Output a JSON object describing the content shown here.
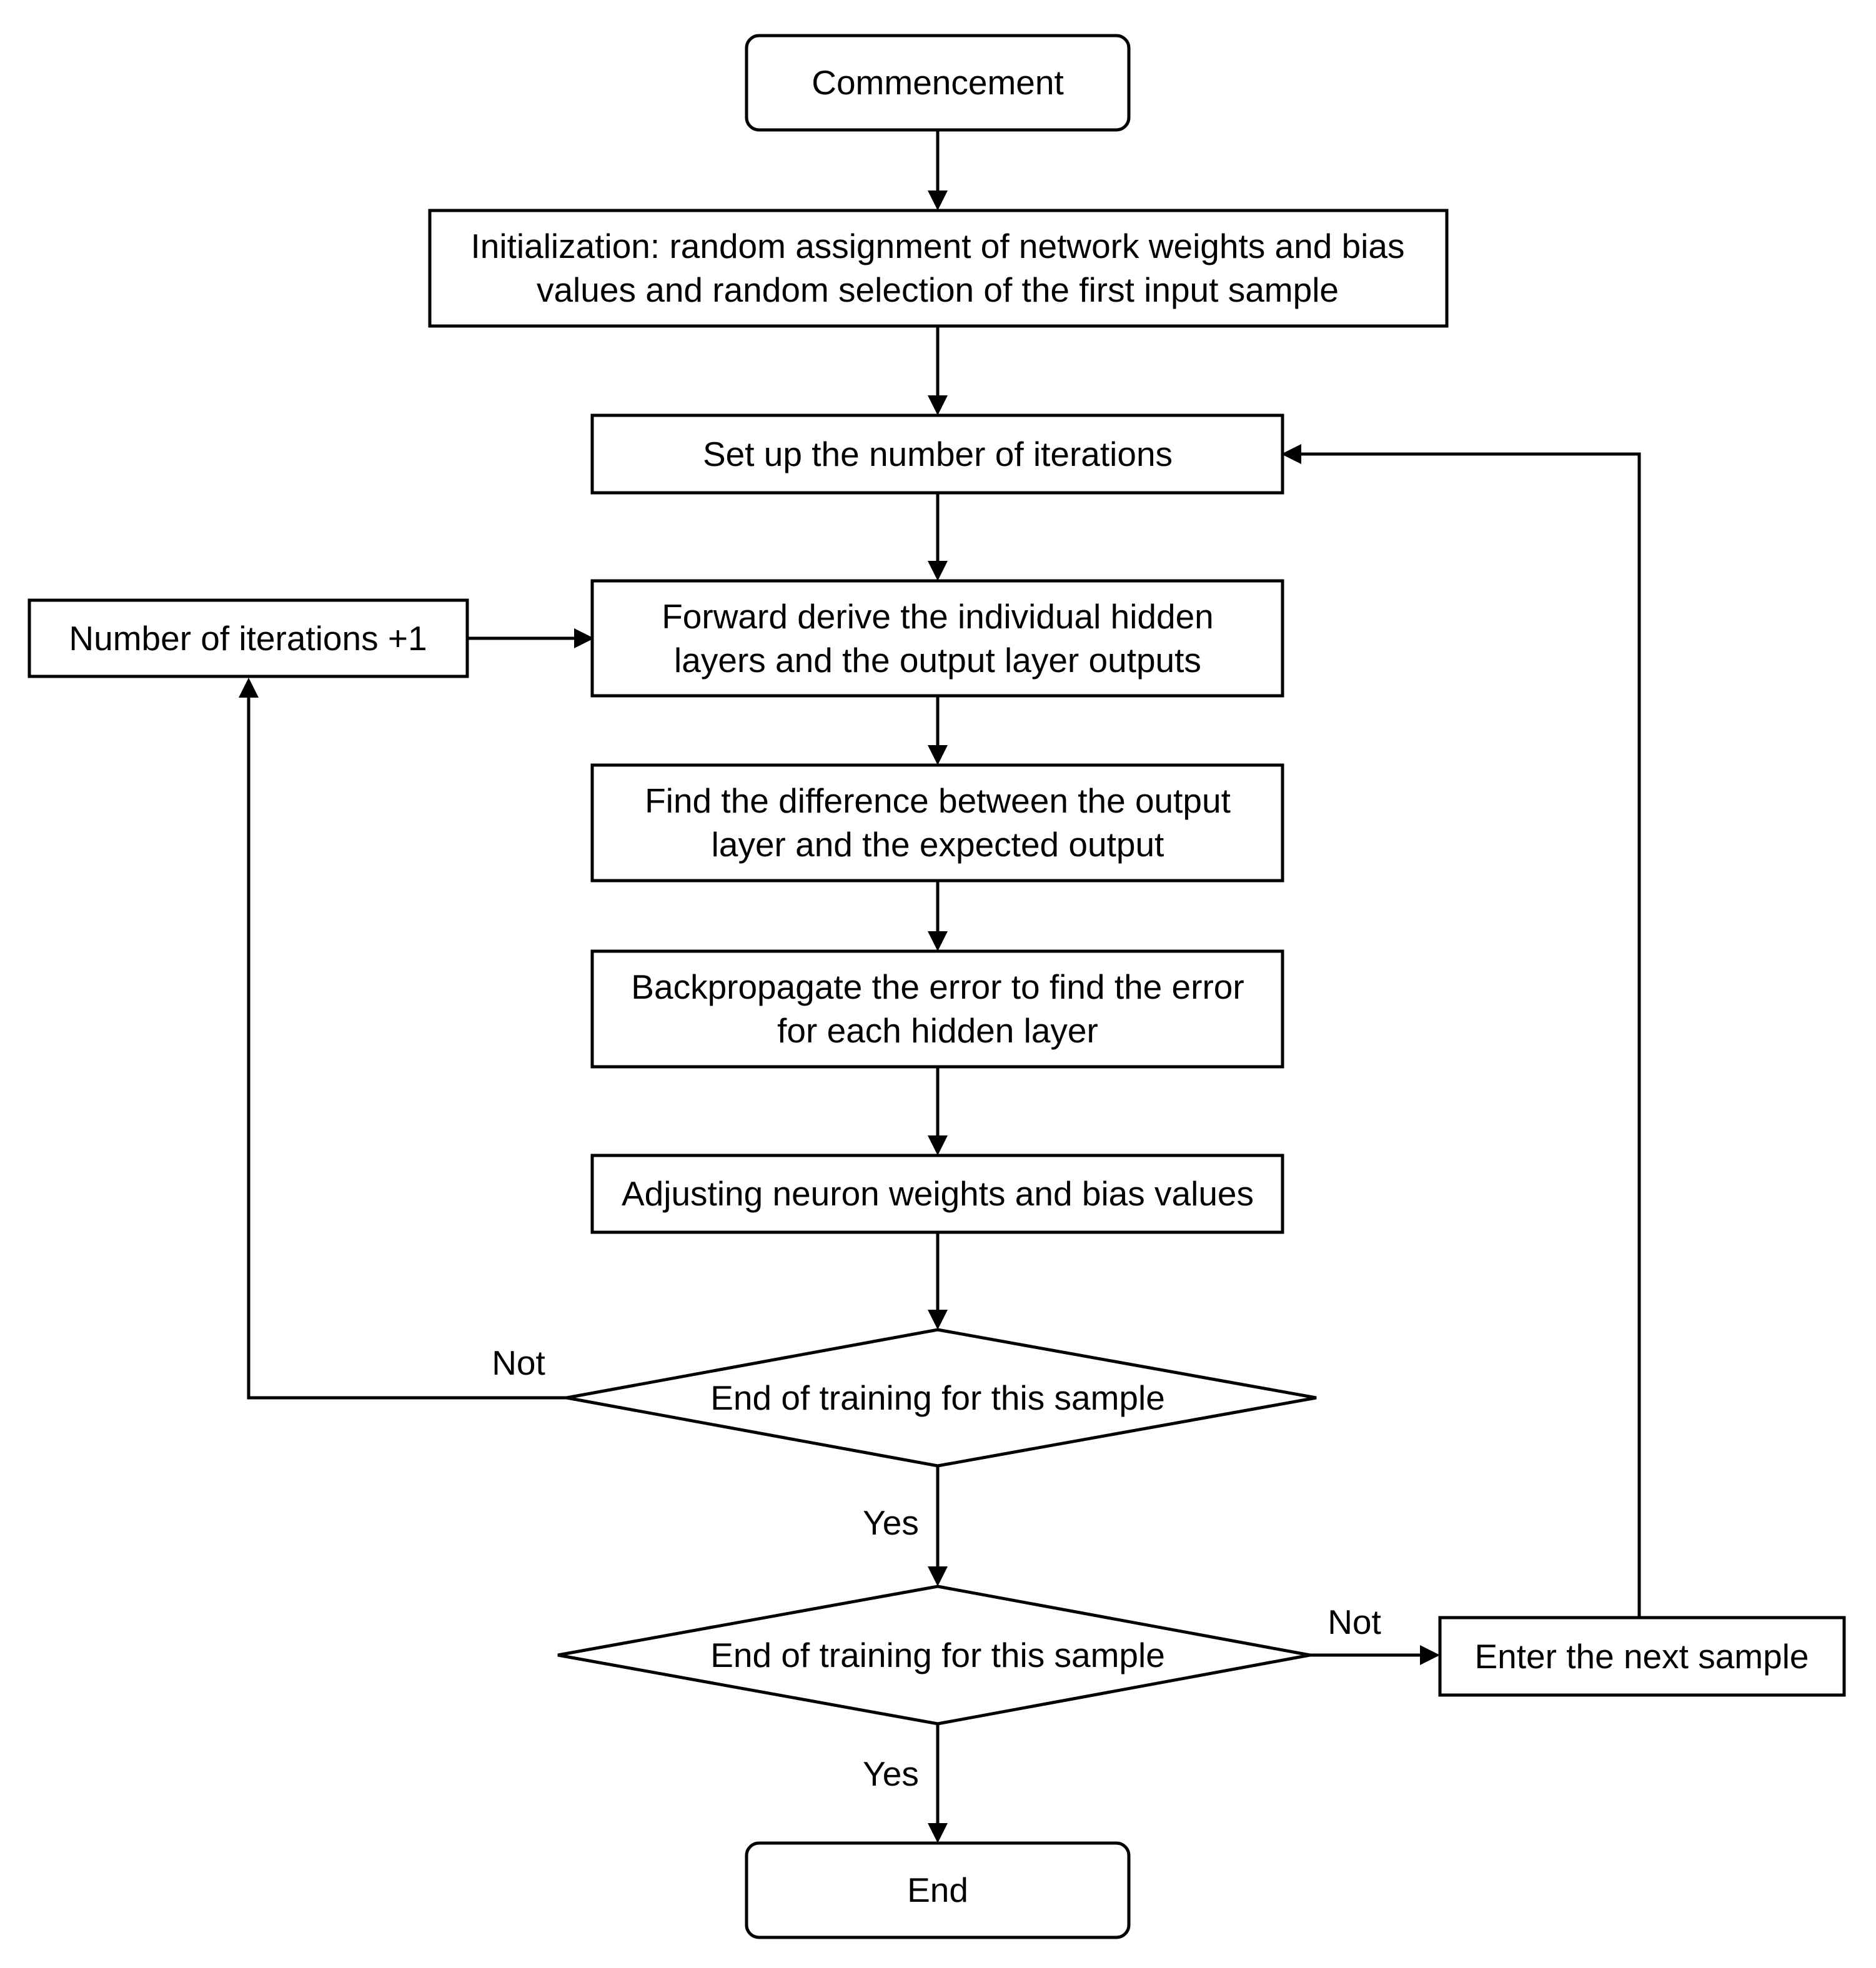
{
  "diagram": {
    "nodes": {
      "start": {
        "lines": [
          "Commencement"
        ]
      },
      "init": {
        "lines": [
          "Initialization: random assignment of network weights and bias",
          "values and random selection of the first input sample"
        ]
      },
      "setup": {
        "lines": [
          "Set up the number of iterations"
        ]
      },
      "forward": {
        "lines": [
          "Forward derive the individual hidden",
          "layers and the output layer outputs"
        ]
      },
      "difference": {
        "lines": [
          "Find the difference between the output",
          "layer and the expected output"
        ]
      },
      "backprop": {
        "lines": [
          "Backpropagate the error to find the error",
          "for each hidden layer"
        ]
      },
      "adjust": {
        "lines": [
          "Adjusting neuron weights and bias values"
        ]
      },
      "decision1": {
        "lines": [
          "End of training for this sample"
        ]
      },
      "decision2": {
        "lines": [
          "End of training for this sample"
        ]
      },
      "iterations": {
        "lines": [
          "Number of iterations +1"
        ]
      },
      "next_sample": {
        "lines": [
          "Enter the next sample"
        ]
      },
      "end": {
        "lines": [
          "End"
        ]
      }
    },
    "edge_labels": {
      "decision1_not": "Not",
      "decision1_yes": "Yes",
      "decision2_not": "Not",
      "decision2_yes": "Yes"
    }
  }
}
